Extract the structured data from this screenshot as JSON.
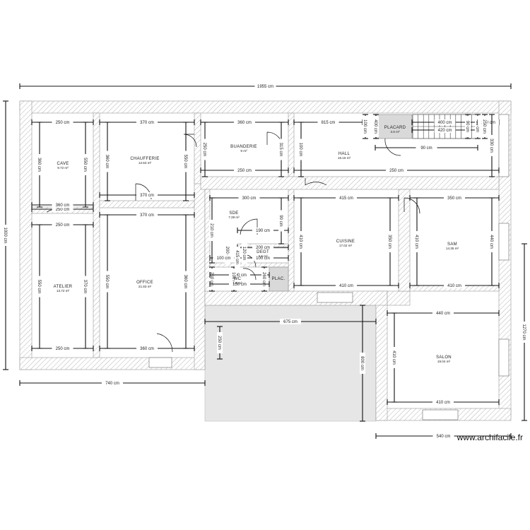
{
  "rooms": [
    {
      "name": "CAVE",
      "area": "9.72 m²"
    },
    {
      "name": "CHAUFFERIE",
      "area": "12.63 m²"
    },
    {
      "name": "BUANDERIE",
      "area": "9 m²"
    },
    {
      "name": "HALL",
      "area": "16.16 m²"
    },
    {
      "name": "PLACARD",
      "area": "3.6 m²"
    },
    {
      "name": "SDE",
      "area": "7.39 m²"
    },
    {
      "name": "DEGT",
      "area": "2.6 m²"
    },
    {
      "name": "WC",
      "area": "1.8 m²"
    },
    {
      "name": "PLAC.",
      "area": ""
    },
    {
      "name": "CUISINE",
      "area": "17.02 m²"
    },
    {
      "name": "SAM",
      "area": "14.35 m²"
    },
    {
      "name": "ATELIER",
      "area": "13.72 m²"
    },
    {
      "name": "OFFICE",
      "area": "21.83 m²"
    },
    {
      "name": "SALON",
      "area": "19.04 m²"
    }
  ],
  "dims": [
    "1955 cm",
    "1000 cm",
    "1270 cm",
    "740 cm",
    "540 cm",
    "675 cm",
    "800 cm",
    "250 cm",
    "250 cm",
    "250 cm",
    "250 cm",
    "250 cm",
    "360 cm",
    "360 cm",
    "550 cm",
    "550 cm",
    "370 cm",
    "370 cm",
    "370 cm",
    "370 cm",
    "360 cm",
    "360 cm",
    "550 cm",
    "550 cm",
    "360 cm",
    "360 cm",
    "250 cm",
    "250 cm",
    "315 cm",
    "815 cm",
    "250 cm",
    "100 cm",
    "100 cm",
    "400 cm",
    "400 cm",
    "420 cm",
    "90 cm",
    "90 cm",
    "60 cm",
    "100 cm",
    "250 cm",
    "330 cm",
    "300 cm",
    "210 cm",
    "190 cm",
    "90 cm",
    "200 cm",
    "200 cm",
    "100 cm",
    "120 cm",
    "100 cm",
    "250 cm",
    "100 cm",
    "100 cm",
    "260 cm",
    "150 cm",
    "415 cm",
    "415 cm",
    "410 cm",
    "410 cm",
    "350 cm",
    "350 cm",
    "410 cm",
    "410 cm",
    "440 cm",
    "440 cm",
    "410 cm",
    "410 cm"
  ],
  "watermark": "www.archifacile.fr"
}
